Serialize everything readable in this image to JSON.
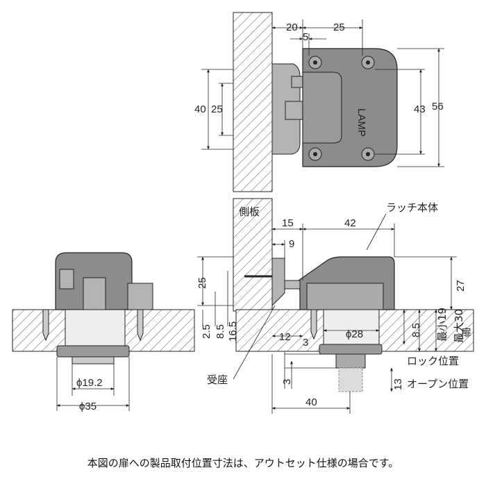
{
  "labels": {
    "side_panel": "側板",
    "latch_body": "ラッチ本体",
    "door": "扉",
    "receiver": "受座",
    "lock_position": "ロック位置",
    "open_position": "オープン位置",
    "brand": "LAMP"
  },
  "caption": "本図の扉への製品取付位置寸法は、アウトセット仕様の場合です。",
  "dims_top": {
    "d20": "20",
    "d25_top": "25",
    "d5": "5",
    "d40": "40",
    "d25_left": "25",
    "d43": "43",
    "d56": "56"
  },
  "dims_side": {
    "d15": "15",
    "d42": "42",
    "d9": "9",
    "d25": "25",
    "d27": "27",
    "d2_5": "2.5",
    "d8_5": "8.5",
    "d16_5": "16.5",
    "d12": "12",
    "d3a": "3",
    "phi28": "ϕ28",
    "d8_5r": "8.5",
    "d_min19": "最小19",
    "d_max30": "最大30",
    "d3b": "3",
    "d13": "13",
    "d40": "40"
  },
  "dims_front": {
    "phi19_2": "ϕ19.2",
    "phi35": "ϕ35"
  }
}
